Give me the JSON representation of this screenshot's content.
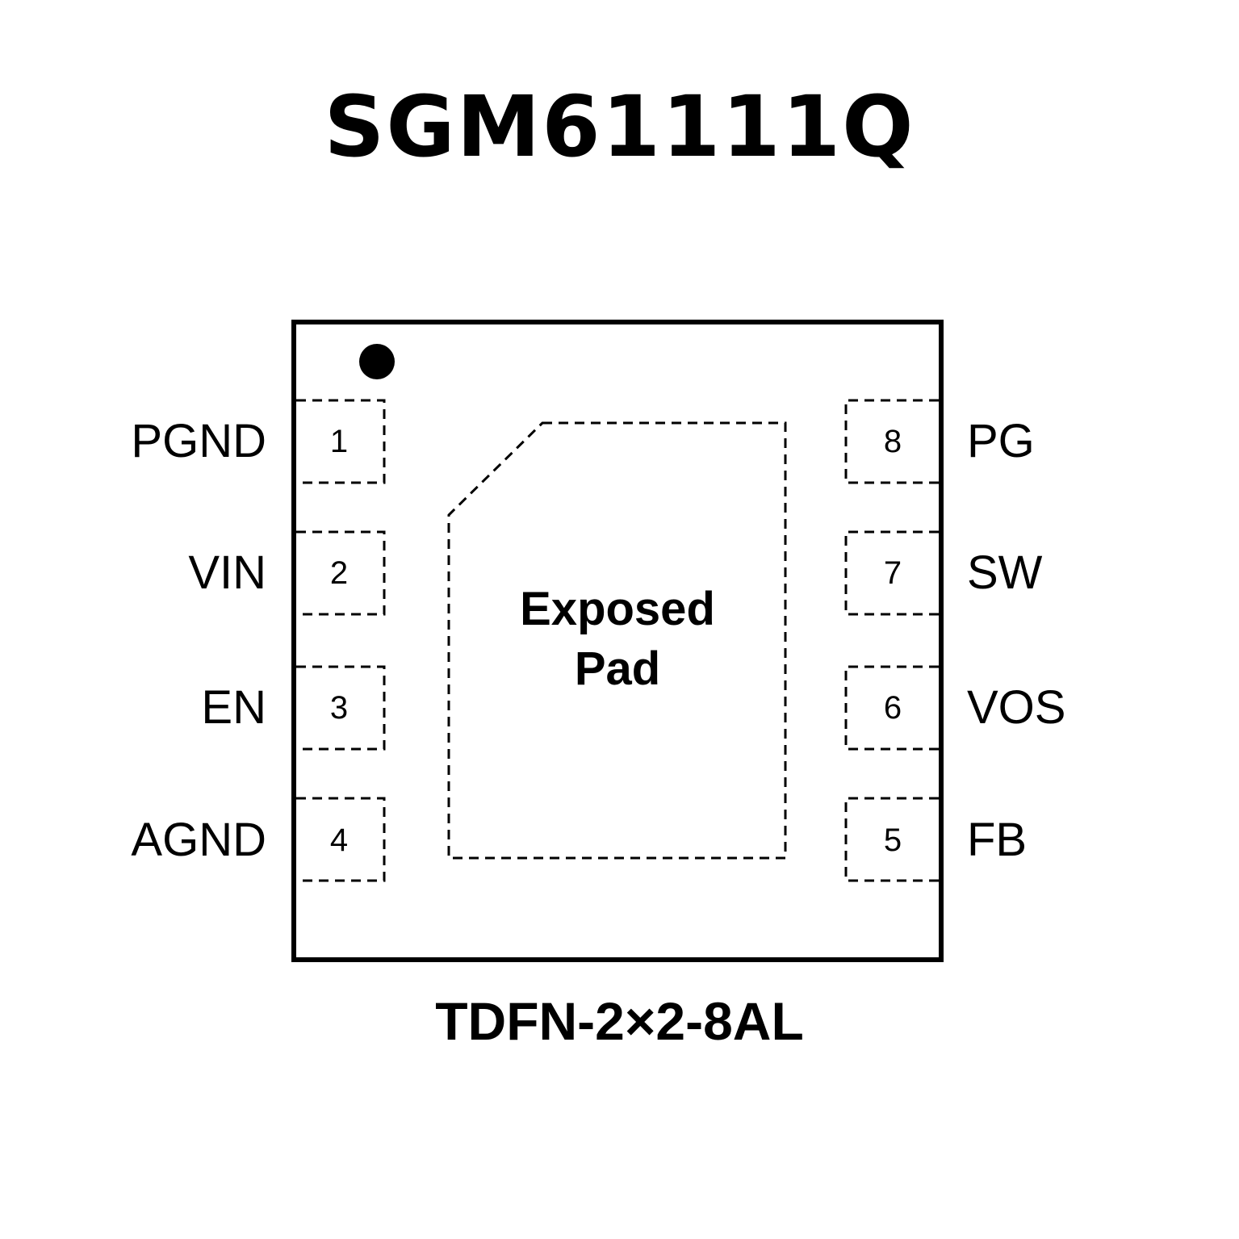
{
  "title": "SGM61111Q",
  "package": "TDFN-2×2-8AL",
  "exposed_pad": {
    "line1": "Exposed",
    "line2": "Pad"
  },
  "pin1_marker_icon": "filled-circle",
  "left_pins": [
    {
      "number": "1",
      "name": "PGND"
    },
    {
      "number": "2",
      "name": "VIN"
    },
    {
      "number": "3",
      "name": "EN"
    },
    {
      "number": "4",
      "name": "AGND"
    }
  ],
  "right_pins": [
    {
      "number": "8",
      "name": "PG"
    },
    {
      "number": "7",
      "name": "SW"
    },
    {
      "number": "6",
      "name": "VOS"
    },
    {
      "number": "5",
      "name": "FB"
    }
  ],
  "colors": {
    "stroke": "#000000",
    "background": "#ffffff"
  }
}
